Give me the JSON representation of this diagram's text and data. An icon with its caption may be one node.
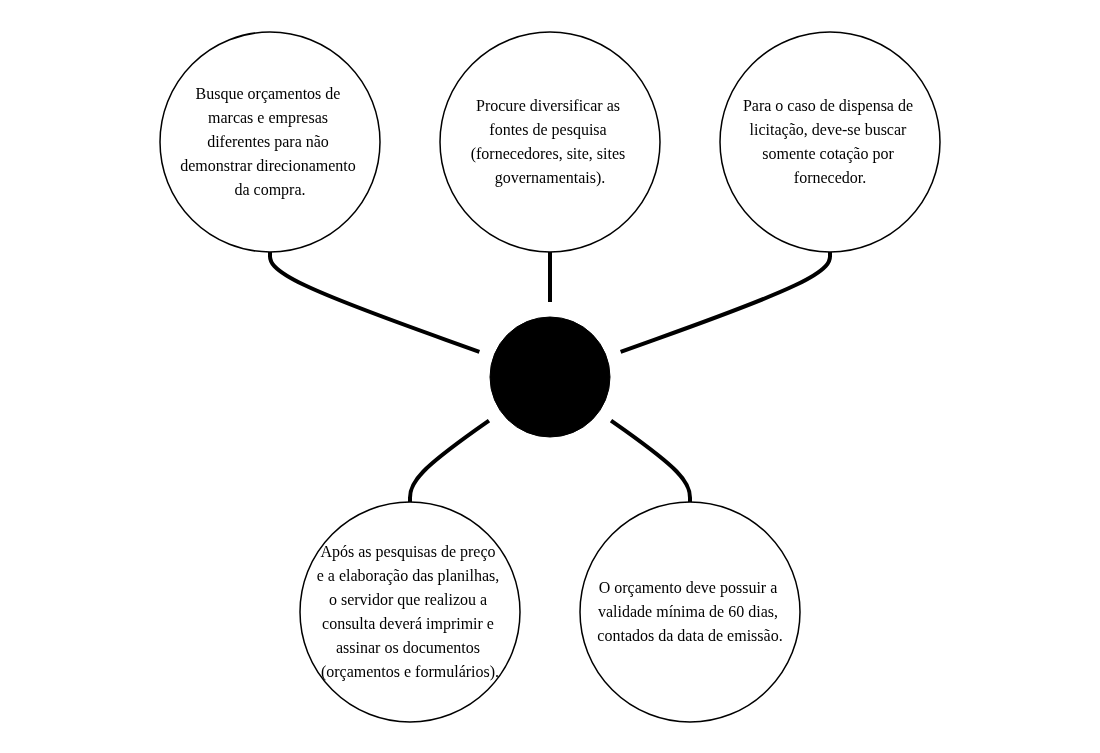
{
  "diagram": {
    "nodes": [
      {
        "text": [
          "Busque orçamentos de marcas e empresas diferentes para não demonstrar direcionamento da compra."
        ]
      },
      {
        "text": [
          "Procure diversificar as fontes de pesquisa (fornecedores, site, sites governamentais)."
        ]
      },
      {
        "text": [
          "Para o caso de dispensa de licitação, deve-se buscar somente cotação por fornecedor."
        ]
      },
      {
        "text": [],
        "shape": "circle"
      },
      {
        "text": [
          "Após as pesquisas de preço e a elaboração das planilhas, o servidor que realizou a consulta deverá imprimir e assinar os documentos (orçamentos e formulários)."
        ]
      },
      {
        "text": [
          "O orçamento deve possuir a validade mínima de 60 dias, contados da data de emissão."
        ]
      }
    ],
    "edges": [
      {
        "from": 0,
        "to": 3,
        "arrow": "none"
      },
      {
        "from": 1,
        "to": 3,
        "arrow": "none"
      },
      {
        "from": 2,
        "to": 3,
        "arrow": "none"
      },
      {
        "from": 3,
        "to": 4,
        "arrow": "none"
      },
      {
        "from": 3,
        "to": 5,
        "arrow": "none"
      }
    ]
  }
}
